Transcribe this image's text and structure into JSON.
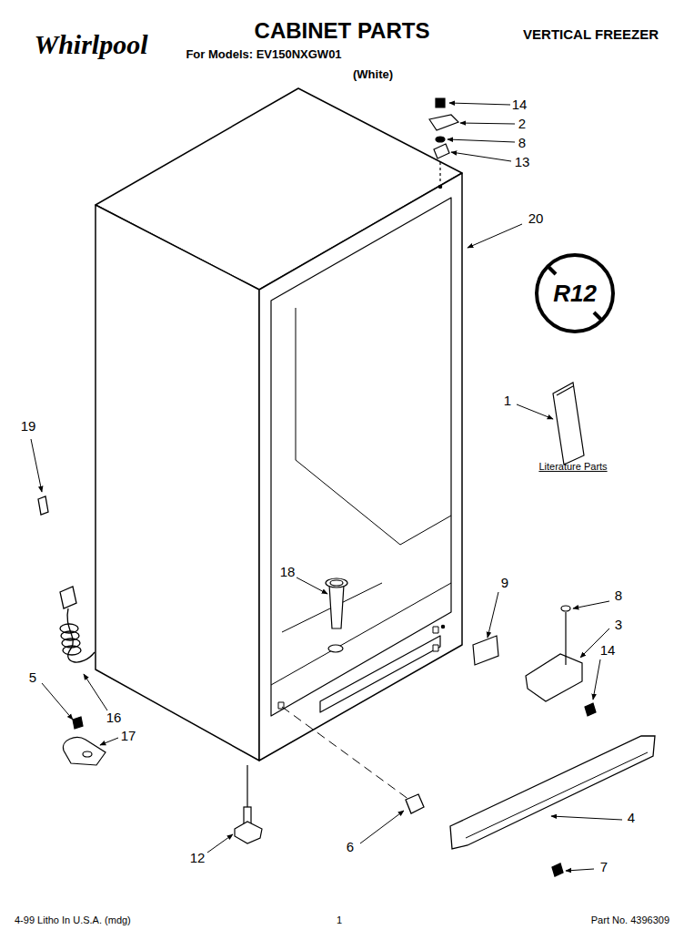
{
  "diagram": {
    "title": "CABINET PARTS",
    "labels": [
      "Whirlpool",
      "VERTICAL FREEZER",
      "For Models: EV150NXGW01",
      "(White)",
      "14",
      "2",
      "8",
      "13",
      "20",
      "R12",
      "1",
      "Literature Parts",
      "19",
      "18",
      "9",
      "8",
      "3",
      "14",
      "5",
      "16",
      "17",
      "12",
      "6",
      "4",
      "7",
      "4-99 Litho In U.S.A. (mdg)",
      "1",
      "Part No. 4396309"
    ]
  }
}
